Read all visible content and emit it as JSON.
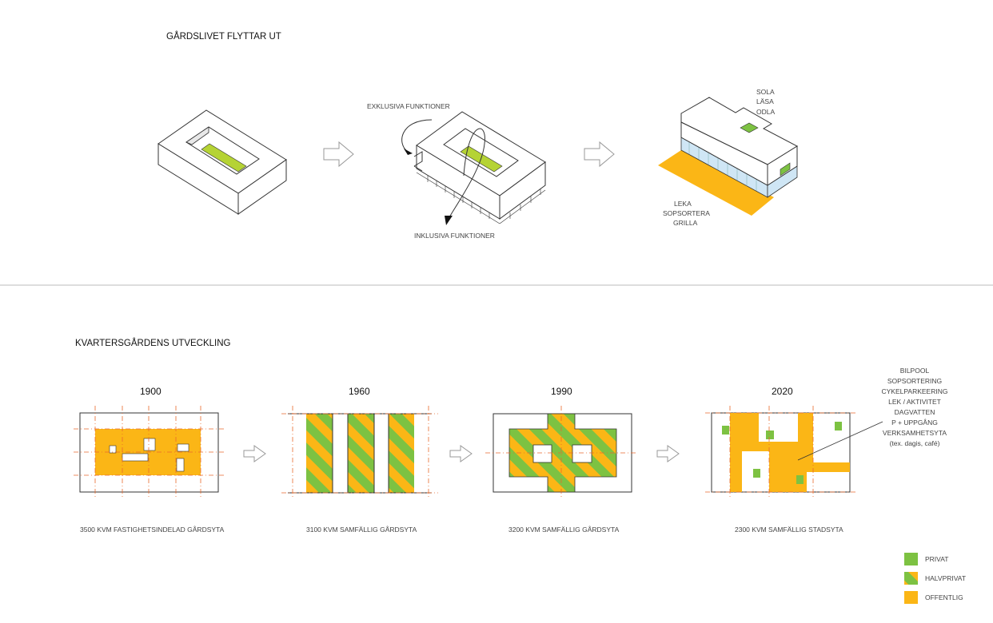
{
  "top": {
    "title": "GÅRDSLIVET FLYTTAR UT",
    "label_exklusiva": "EXKLUSIVA FUNKTIONER",
    "label_inklusiva": "INKLUSIVA FUNKTIONER",
    "label_roof": [
      "SOLA",
      "LÄSA",
      "ODLA"
    ],
    "label_ground": [
      "LEKA",
      "SOPSORTERA",
      "GRILLA"
    ]
  },
  "bottom": {
    "title": "KVARTERSGÅRDENS UTVECKLING",
    "stages": [
      {
        "year": "1900",
        "caption": "3500 KVM FASTIGHETSINDELAD GÅRDSYTA"
      },
      {
        "year": "1960",
        "caption": "3100 KVM  SAMFÄLLIG GÅRDSYTA"
      },
      {
        "year": "1990",
        "caption": "3200 KVM  SAMFÄLLIG GÅRDSYTA"
      },
      {
        "year": "2020",
        "caption": "2300 KVM SAMFÄLLIG STADSYTA"
      }
    ],
    "annotation": [
      "BILPOOL",
      "SOPSORTERING",
      "CYKELPARKEERING",
      "LEK / AKTIVITET",
      "DAGVATTEN",
      "P + UPPGÅNG",
      "VERKSAMHETSYTA",
      "(tex. dagis, café)"
    ]
  },
  "legend": [
    {
      "label": "PRIVAT",
      "color": "#7dc242"
    },
    {
      "label": "HALVPRIVAT",
      "color": "striped"
    },
    {
      "label": "OFFENTLIG",
      "color": "#fbb616"
    }
  ],
  "colors": {
    "green": "#7dc242",
    "yellow": "#fbb616",
    "lime": "#b5d334",
    "glass": "#cfe6f5",
    "red_dash": "#e86a2c"
  }
}
